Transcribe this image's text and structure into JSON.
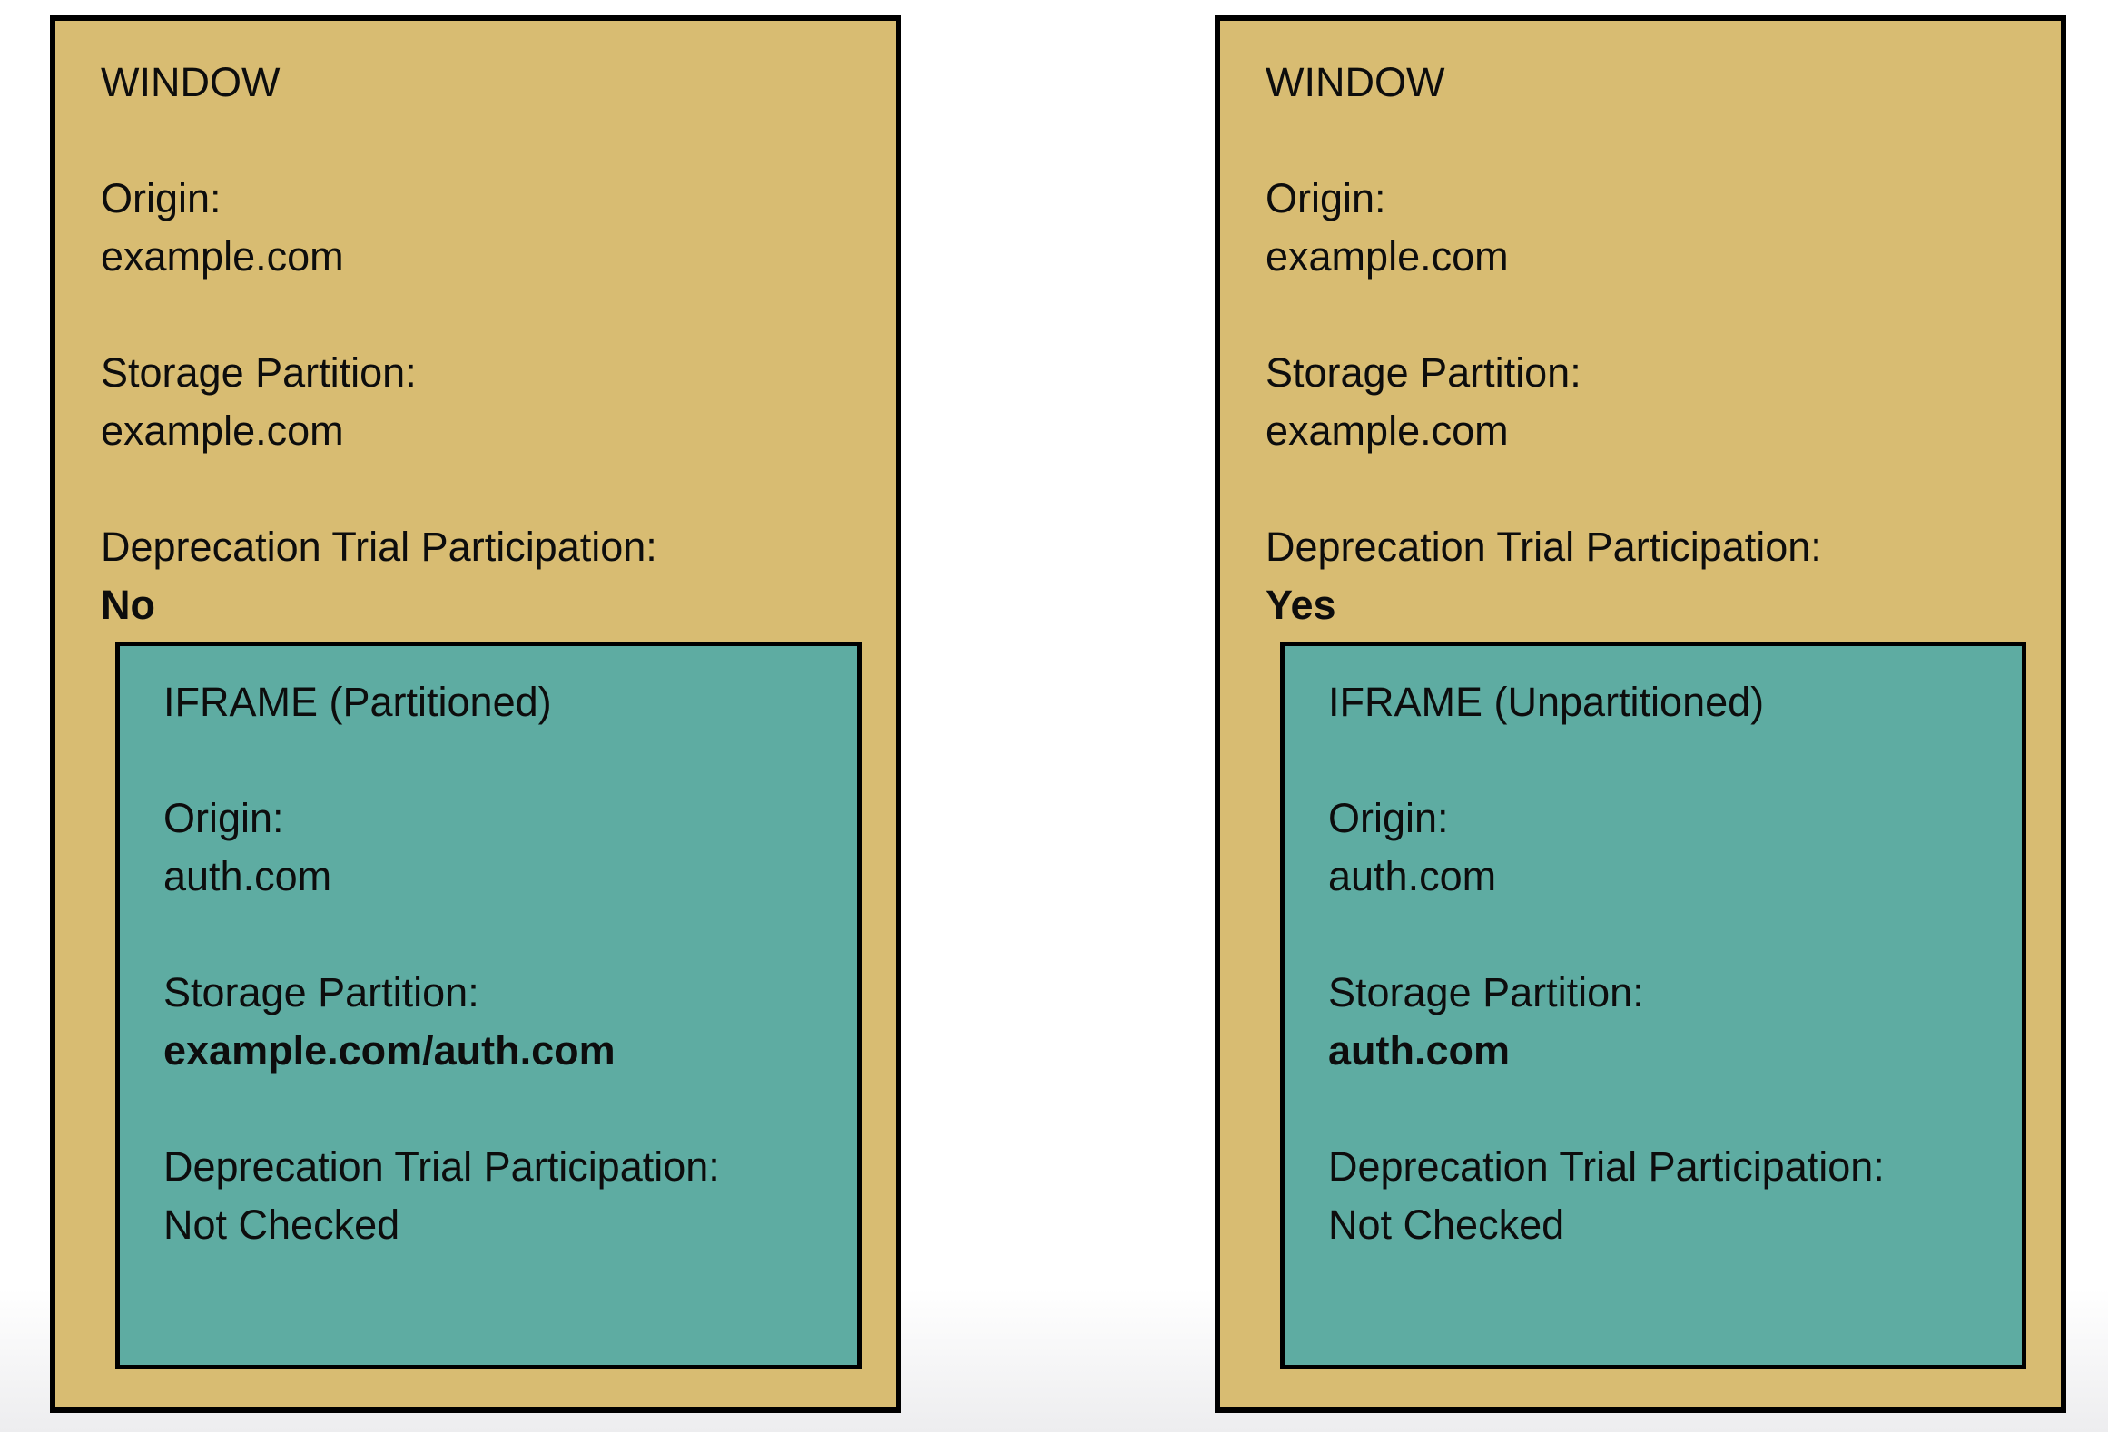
{
  "colors": {
    "window_bg": "#d8bc72",
    "iframe_bg": "#5eaca2",
    "border": "#000000",
    "text": "#0d0d0d",
    "page_bottom_band": "#ededef"
  },
  "panels": [
    {
      "title": "WINDOW",
      "fields": [
        {
          "label": "Origin:",
          "value": "example.com"
        },
        {
          "label": "Storage Partition:",
          "value": "example.com"
        },
        {
          "label": "Deprecation Trial Participation:",
          "value": "No"
        }
      ],
      "iframe": {
        "title": "IFRAME (Partitioned)",
        "fields": [
          {
            "label": "Origin:",
            "value": "auth.com"
          },
          {
            "label": "Storage Partition:",
            "value": "example.com/auth.com"
          },
          {
            "label": "Deprecation Trial Participation:",
            "value": "Not Checked"
          }
        ]
      }
    },
    {
      "title": "WINDOW",
      "fields": [
        {
          "label": "Origin:",
          "value": "example.com"
        },
        {
          "label": "Storage Partition:",
          "value": "example.com"
        },
        {
          "label": "Deprecation Trial Participation:",
          "value": "Yes"
        }
      ],
      "iframe": {
        "title": "IFRAME (Unpartitioned)",
        "fields": [
          {
            "label": "Origin:",
            "value": "auth.com"
          },
          {
            "label": "Storage Partition:",
            "value": "auth.com"
          },
          {
            "label": "Deprecation Trial Participation:",
            "value": "Not Checked"
          }
        ]
      }
    }
  ]
}
